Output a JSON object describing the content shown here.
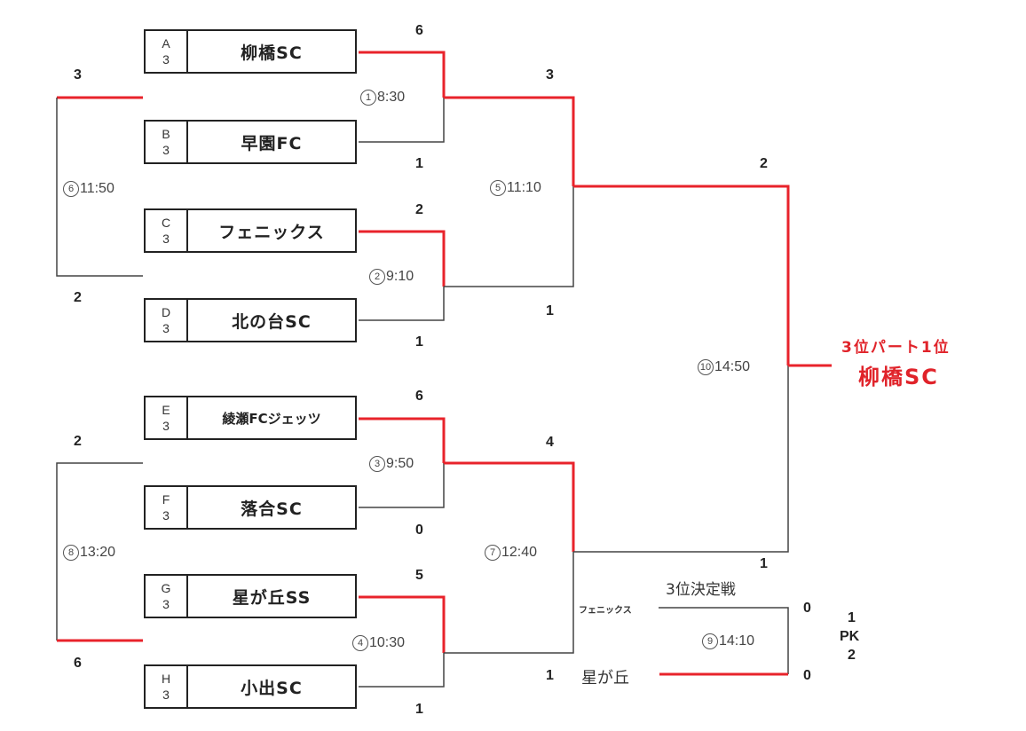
{
  "colors": {
    "winner_line": "#e8232b",
    "loser_line": "#444444",
    "champion_text": "#e0232a"
  },
  "teams": [
    {
      "group": "A",
      "seed": "3",
      "name": "柳橋SC"
    },
    {
      "group": "B",
      "seed": "3",
      "name": "早園FC"
    },
    {
      "group": "C",
      "seed": "3",
      "name": "フェニックス"
    },
    {
      "group": "D",
      "seed": "3",
      "name": "北の台SC"
    },
    {
      "group": "E",
      "seed": "3",
      "name": "綾瀬FCジェッツ"
    },
    {
      "group": "F",
      "seed": "3",
      "name": "落合SC"
    },
    {
      "group": "G",
      "seed": "3",
      "name": "星が丘SS"
    },
    {
      "group": "H",
      "seed": "3",
      "name": "小出SC"
    }
  ],
  "matches": [
    {
      "no": "1",
      "time": "8:30",
      "score_top": "6",
      "score_bottom": "1"
    },
    {
      "no": "2",
      "time": "9:10",
      "score_top": "2",
      "score_bottom": "1"
    },
    {
      "no": "3",
      "time": "9:50",
      "score_top": "6",
      "score_bottom": "0"
    },
    {
      "no": "4",
      "time": "10:30",
      "score_top": "5",
      "score_bottom": "1"
    },
    {
      "no": "5",
      "time": "11:10",
      "score_top": "3",
      "score_bottom": "1"
    },
    {
      "no": "6",
      "time": "11:50",
      "score_top": "3",
      "score_bottom": "2"
    },
    {
      "no": "7",
      "time": "12:40",
      "score_top": "4",
      "score_bottom": "1"
    },
    {
      "no": "8",
      "time": "13:20",
      "score_top": "2",
      "score_bottom": "6"
    },
    {
      "no": "9",
      "time": "14:10",
      "score_top": "0",
      "score_bottom": "0"
    },
    {
      "no": "10",
      "time": "14:50",
      "score_top": "2",
      "score_bottom": "1"
    }
  ],
  "third_place": {
    "title": "3位決定戦",
    "team_top": "フェニックス",
    "team_bottom": "星が丘",
    "pk_label": "PK",
    "pk_top": "1",
    "pk_bottom": "2"
  },
  "champion": {
    "title": "3位パート1位",
    "name": "柳橋SC"
  }
}
